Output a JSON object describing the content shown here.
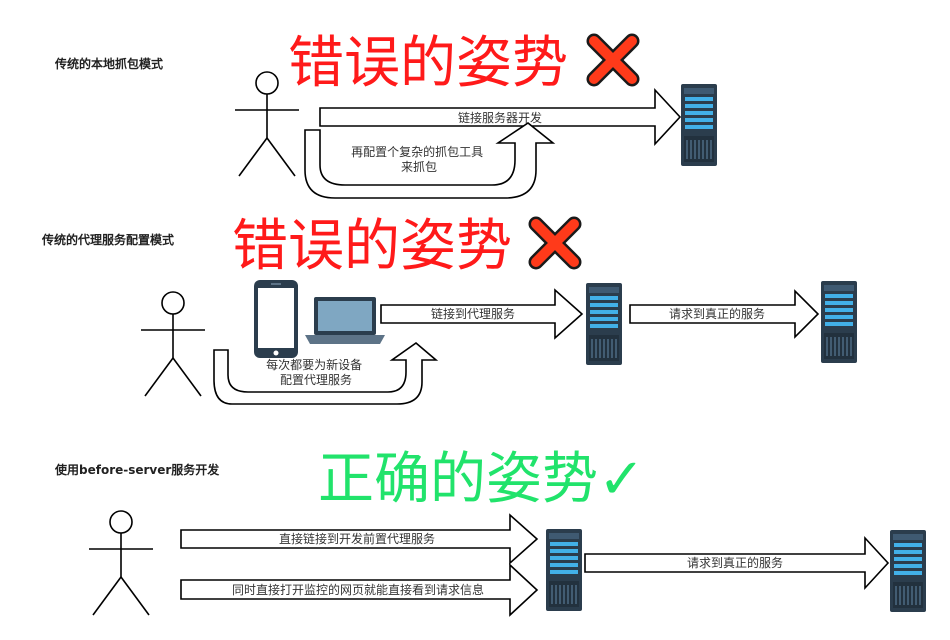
{
  "colors": {
    "wrong": "#ff1a1a",
    "right": "#21e36b",
    "server_body": "#2b3d4d",
    "server_panel": "#3f5a72",
    "server_led": "#42b0e8",
    "arrow_stroke": "#000000"
  },
  "sections": [
    {
      "title": "传统的本地抓包模式",
      "verdict": "错误的姿势",
      "verdict_mark": "✕",
      "arrow_main": "链接服务器开发",
      "loop_note": "再配置个复杂的抓包工具\n来抓包"
    },
    {
      "title": "传统的代理服务配置模式",
      "verdict": "错误的姿势",
      "verdict_mark": "✕",
      "arrow_main": "链接到代理服务",
      "arrow_second": "请求到真正的服务",
      "loop_note": "每次都要为新设备\n配置代理服务"
    },
    {
      "title": "使用before-server服务开发",
      "verdict": "正确的姿势✓",
      "arrow_main": "直接链接到开发前置代理服务",
      "arrow_lower": "同时直接打开监控的网页就能直接看到请求信息",
      "arrow_second": "请求到真正的服务"
    }
  ]
}
